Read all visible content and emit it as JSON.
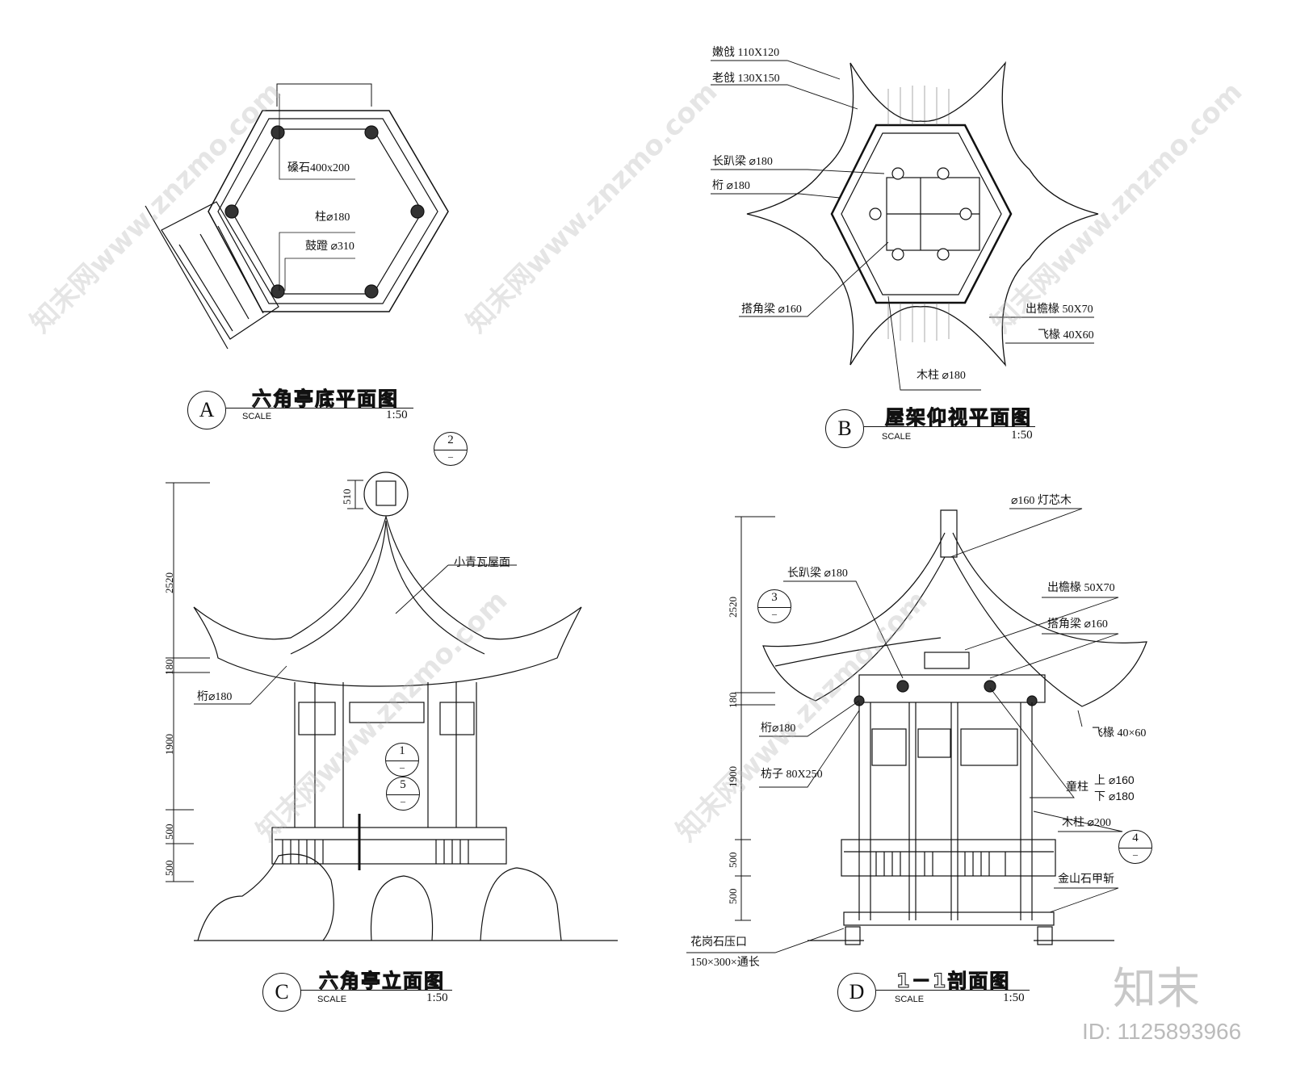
{
  "panel_a": {
    "marker": "A",
    "title": "六角亭底平面图",
    "scale_label": "SCALE",
    "scale": "1:50",
    "labels": [
      "磉石400x200",
      "柱⌀180",
      "鼓蹬  ⌀310"
    ]
  },
  "panel_b": {
    "marker": "B",
    "title": "屋架仰视平面图",
    "scale_label": "SCALE",
    "scale": "1:50",
    "labels": [
      "嫩戗 110X120",
      "老戗 130X150",
      "长趴梁 ⌀180",
      "桁 ⌀180",
      "搭角梁 ⌀160",
      "出檐椽 50X70",
      "飞椽 40X60",
      "木柱 ⌀180"
    ]
  },
  "panel_c": {
    "marker": "C",
    "title": "六角亭立面图",
    "scale_label": "SCALE",
    "scale": "1:50",
    "labels": [
      "小青瓦屋面",
      "桁⌀180"
    ],
    "dims": [
      "510",
      "2520",
      "180",
      "1900",
      "500",
      "500"
    ],
    "bubbles": [
      {
        "top": "2",
        "bottom": "–"
      },
      {
        "top": "1",
        "bottom": "–"
      },
      {
        "top": "5",
        "bottom": "–"
      }
    ]
  },
  "panel_d": {
    "marker": "D",
    "title": "1－1剖面图",
    "scale_label": "SCALE",
    "scale": "1:50",
    "labels": [
      "⌀160 灯芯木",
      "长趴梁 ⌀180",
      "出檐椽 50X70",
      "搭角梁 ⌀160",
      "桁⌀180",
      "飞椽 40×60",
      "枋子 80X250",
      "童柱",
      "上 ⌀160",
      "下 ⌀180",
      "木柱 ⌀200",
      "金山石甲斩",
      "花岗石压口",
      "150×300×通长"
    ],
    "dims": [
      "2520",
      "180",
      "1900",
      "500",
      "500"
    ],
    "bubbles": [
      {
        "top": "3",
        "bottom": "–"
      },
      {
        "top": "4",
        "bottom": "–"
      }
    ]
  },
  "watermark": {
    "text": "知末网www.znzmo.com",
    "brand": "知末",
    "id": "ID: 1125893966"
  }
}
